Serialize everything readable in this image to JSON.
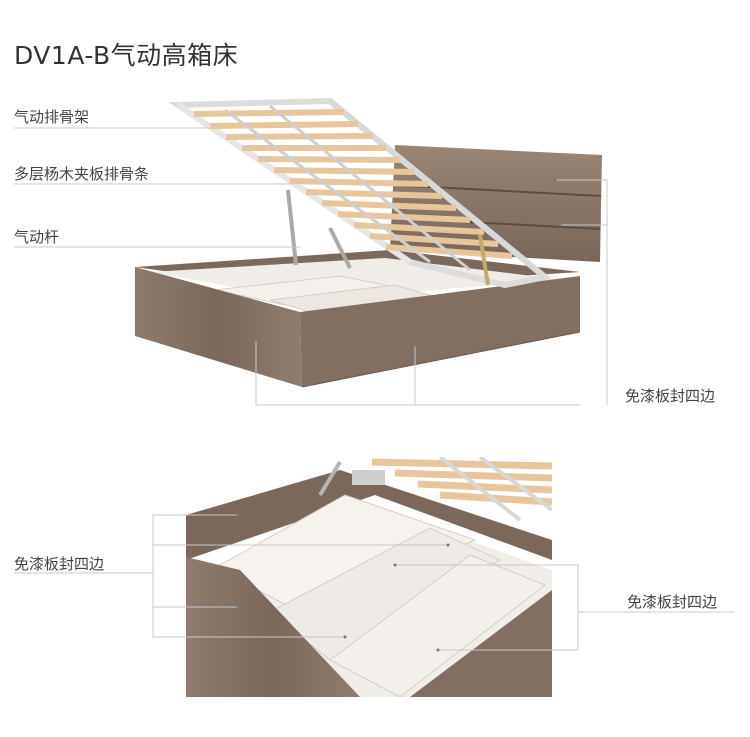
{
  "title": "DV1A-B气动高箱床",
  "labels": {
    "gas_slat_frame": "气动排骨架",
    "poplar_slats": "多层杨木夹板排骨条",
    "gas_strut": "气动杆",
    "edge_top_right": "免漆板封四边",
    "edge_bottom_left": "免漆板封四边",
    "edge_bottom_right": "免漆板封四边"
  },
  "colors": {
    "wood": "#8a7668",
    "wood_dark": "#6e5c50",
    "slat": "#e9c9a0",
    "frame": "#e6e6e6",
    "interior": "#efebe6",
    "leader": "#c8c8c8"
  }
}
